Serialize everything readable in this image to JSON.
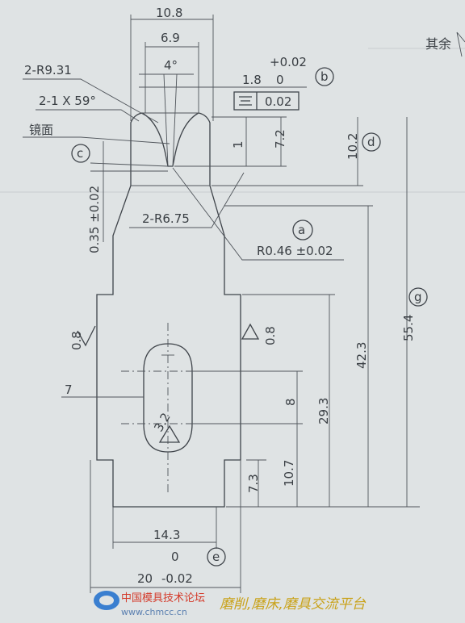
{
  "top_right_note": "其余",
  "dimensions": {
    "width_10_8": "10.8",
    "width_6_9": "6.9",
    "angle_4": "4°",
    "tol_upper": "+0.02",
    "tol_lower": "0",
    "tol_base": "1.8",
    "symmetry_value": "0.02",
    "radius_9_31": "2-R9.31",
    "chamfer": "2-1  X 59°",
    "mirror_surface": "镜面",
    "height_7_2": "7.2",
    "small_1": "1",
    "height_10_2": "10.2",
    "tol_0_35": "0.35 ±0.02",
    "radius_6_75": "2-R6.75",
    "radius_0_46": "R0.46 ±0.02",
    "height_55_4": "55.4",
    "height_42_3": "42.3",
    "height_29_3": "29.3",
    "height_10_7": "10.7",
    "height_7_3": "7.3",
    "slot_8": "8",
    "slot_7": "7",
    "width_14_3": "14.3",
    "width_20_base": "20",
    "width_20_upper": "0",
    "width_20_lower": "-0.02",
    "roughness_left": "0.8",
    "roughness_right": "0.8",
    "roughness_slot": "3.2"
  },
  "callouts": {
    "a": "a",
    "b": "b",
    "c": "c",
    "d": "d",
    "e": "e",
    "g": "g"
  },
  "watermark": {
    "site": "中国模具技术论坛",
    "url": "www.chmcc.cn",
    "slogan": "磨削,磨床,磨具交流平台"
  }
}
